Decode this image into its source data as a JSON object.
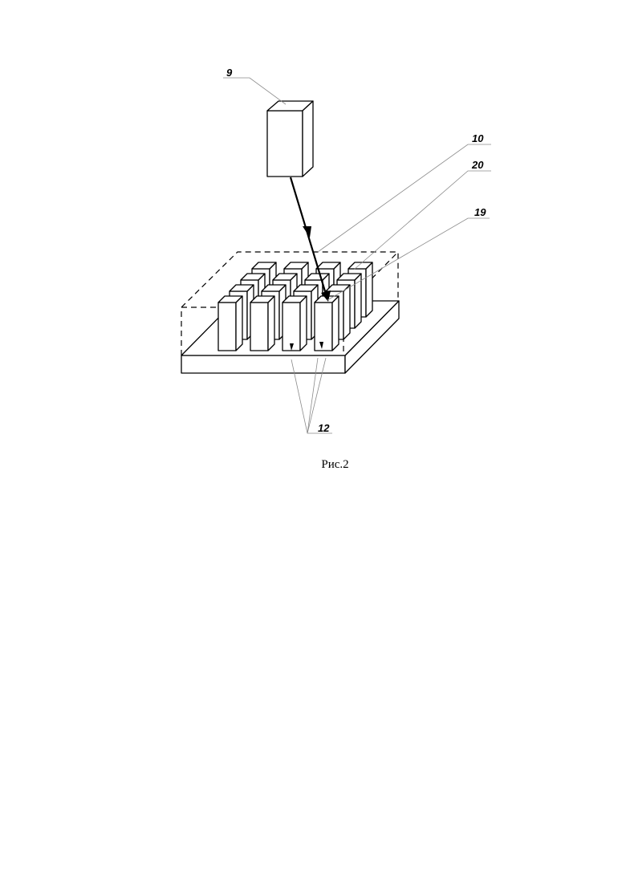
{
  "labels": {
    "source": "9",
    "volume": "10",
    "pillar_top": "20",
    "pillar_face": "19",
    "pillars": "12"
  },
  "caption": "Рис.2"
}
